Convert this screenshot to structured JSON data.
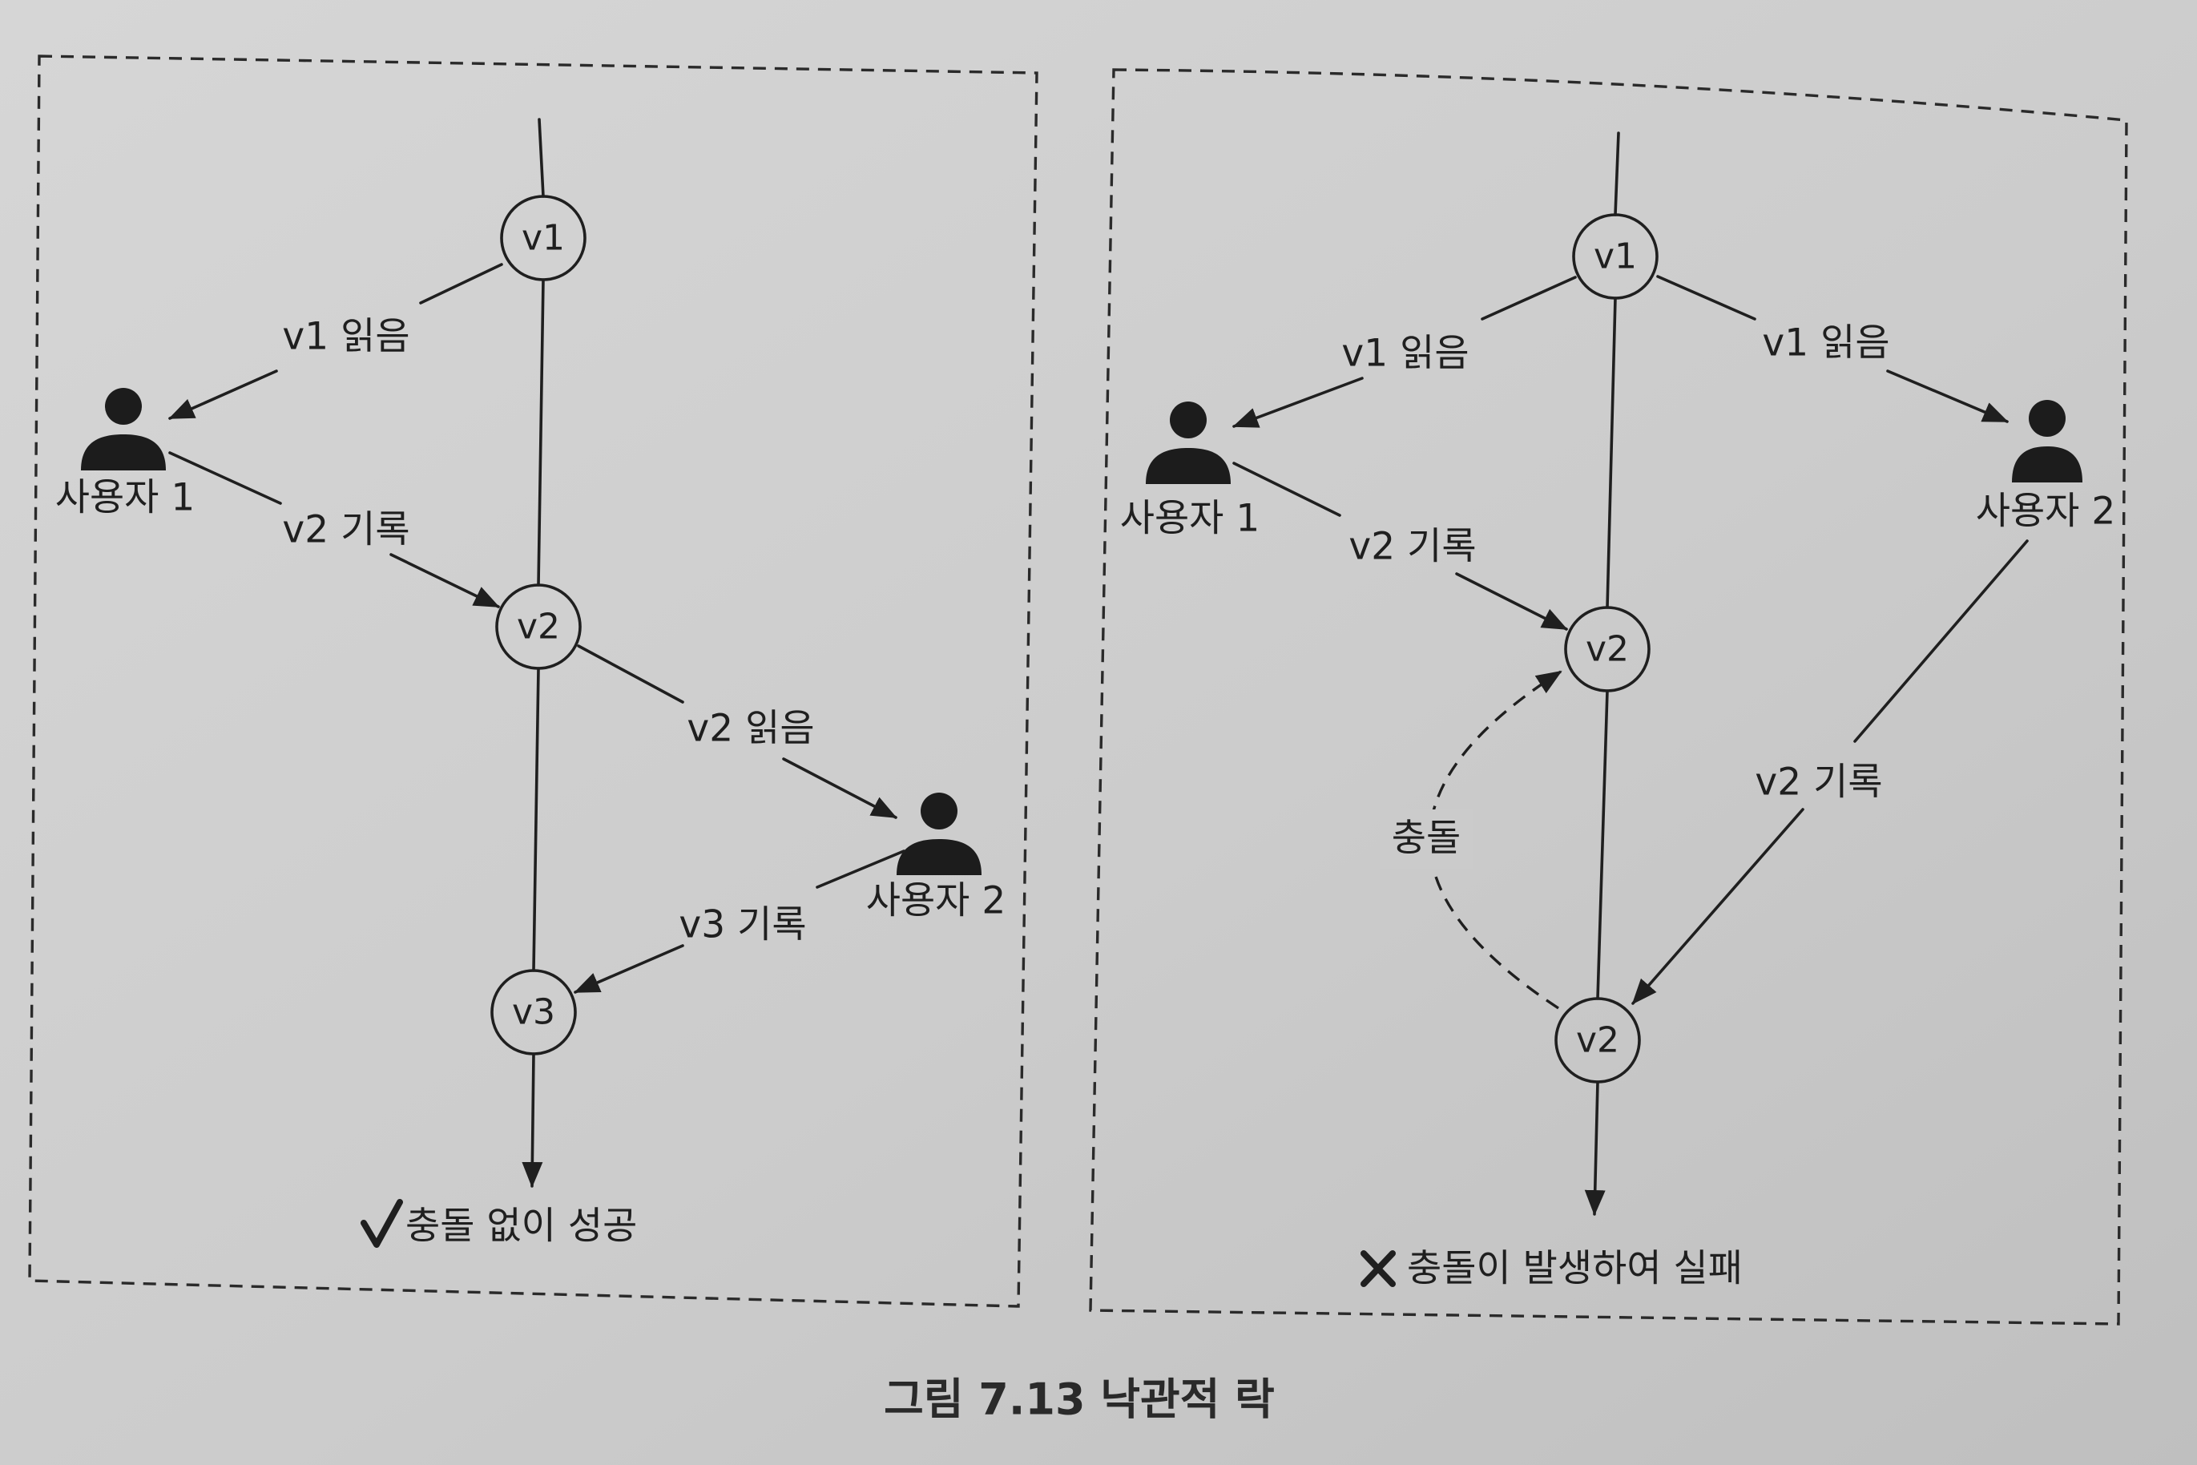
{
  "figure": {
    "caption": "그림 7.13 낙관적 락"
  },
  "left_panel": {
    "nodes": [
      "v1",
      "v2",
      "v3"
    ],
    "users": [
      "사용자 1",
      "사용자 2"
    ],
    "edges": {
      "user1_read_v1": "v1 읽음",
      "user1_write_v2": "v2 기록",
      "user2_read_v2": "v2 읽음",
      "user2_write_v3": "v3 기록"
    },
    "result": {
      "icon": "check-icon",
      "text": "충돌 없이 성공"
    }
  },
  "right_panel": {
    "nodes": [
      "v1",
      "v2",
      "v2"
    ],
    "users": [
      "사용자 1",
      "사용자 2"
    ],
    "edges": {
      "user1_read_v1": "v1 읽음",
      "user2_read_v1": "v1 읽음",
      "user1_write_v2": "v2 기록",
      "user2_write_v2": "v2 기록"
    },
    "conflict_label": "충돌",
    "result": {
      "icon": "x-icon",
      "text": "충돌이 발생하여 실패"
    }
  },
  "colors": {
    "ink": "#1f1f1f",
    "page_background": "#cdcdcd"
  }
}
